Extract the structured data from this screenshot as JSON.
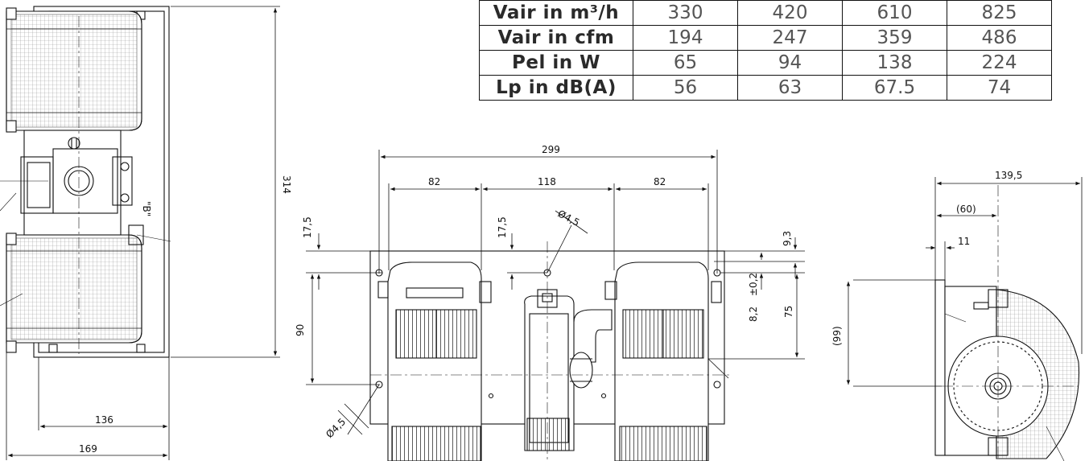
{
  "table": {
    "rows": [
      {
        "label": "Vair in m³/h",
        "values": [
          "330",
          "420",
          "610",
          "825"
        ]
      },
      {
        "label": "Vair in cfm",
        "values": [
          "194",
          "247",
          "359",
          "486"
        ]
      },
      {
        "label": "Pel in W",
        "values": [
          "65",
          "94",
          "138",
          "224"
        ]
      },
      {
        "label": "Lp in dB(A)",
        "values": [
          "56",
          "63",
          "67.5",
          "74"
        ]
      }
    ]
  },
  "dimensions": {
    "left_height": "314",
    "left_136": "136",
    "left_169": "169",
    "b_label": "\"B\"",
    "front_299": "299",
    "front_82_left": "82",
    "front_118": "118",
    "front_82_right": "82",
    "front_17_5_left": "17,5",
    "front_17_5_mid": "17,5",
    "front_hole_top": "Ø4,5",
    "front_hole_bottom": "Ø4,5",
    "front_90": "90",
    "front_9_3": "9,3",
    "front_8_2": "8,2",
    "front_tol": "±0,2",
    "front_75": "75",
    "side_139_5": "139,5",
    "side_60": "(60)",
    "side_11": "11",
    "side_99": "(99)"
  }
}
